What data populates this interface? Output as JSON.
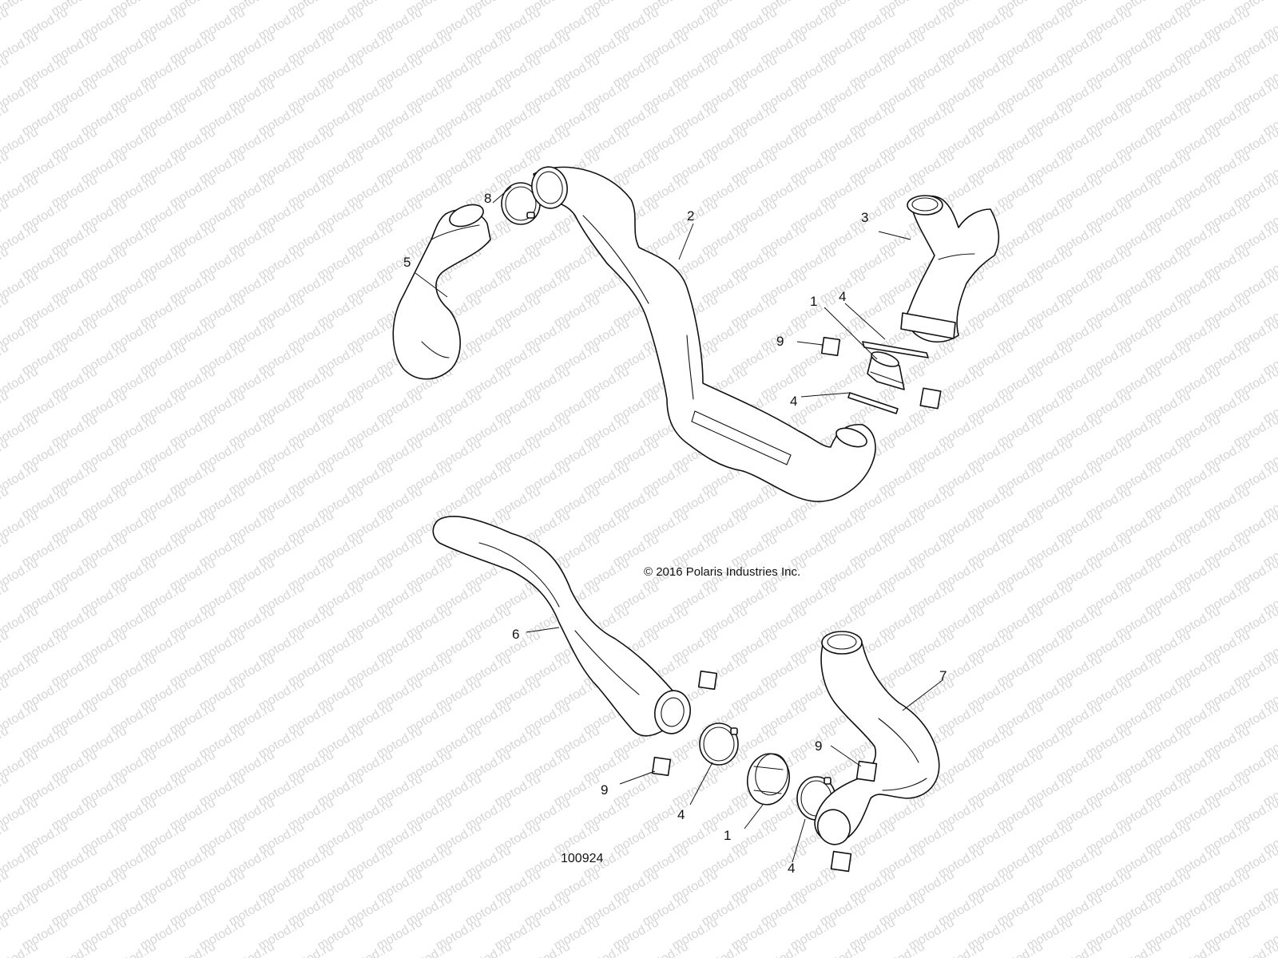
{
  "watermark": {
    "text": "motod.ru"
  },
  "copyright": "© 2016 Polaris Industries Inc.",
  "diagram_number": "100924",
  "callouts": [
    {
      "id": "c8",
      "label": "8"
    },
    {
      "id": "c5",
      "label": "5"
    },
    {
      "id": "c2",
      "label": "2"
    },
    {
      "id": "c3",
      "label": "3"
    },
    {
      "id": "c1a",
      "label": "1"
    },
    {
      "id": "c4a",
      "label": "4"
    },
    {
      "id": "c9a",
      "label": "9"
    },
    {
      "id": "c4b",
      "label": "4"
    },
    {
      "id": "c6",
      "label": "6"
    },
    {
      "id": "c7",
      "label": "7"
    },
    {
      "id": "c9b",
      "label": "9"
    },
    {
      "id": "c9c",
      "label": "9"
    },
    {
      "id": "c4c",
      "label": "4"
    },
    {
      "id": "c1b",
      "label": "1"
    },
    {
      "id": "c4d",
      "label": "4"
    }
  ]
}
